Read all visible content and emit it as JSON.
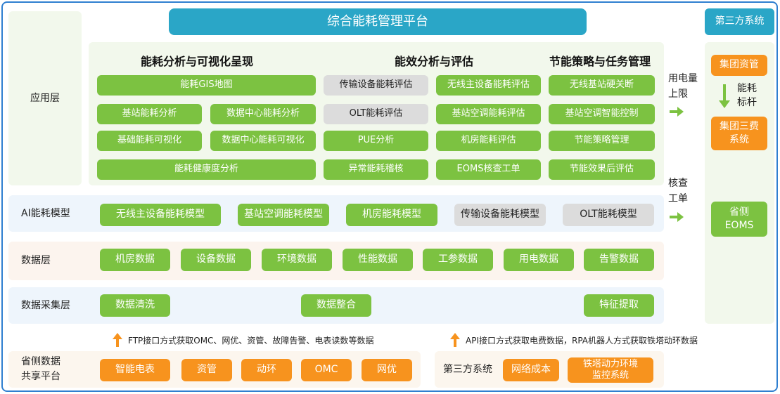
{
  "title": "综合能耗管理平台",
  "third_party_title": "第三方系统",
  "layers": {
    "app": "应用层",
    "ai": "AI能耗模型",
    "data": "数据层",
    "collect": "数据采集层",
    "share": "省侧数据\n共享平台"
  },
  "app_sections": {
    "analysis": "能耗分析与可视化呈现",
    "efficiency": "能效分析与评估",
    "strategy": "节能策略与任务管理"
  },
  "analysis_items": [
    "能耗GIS地图",
    "基站能耗分析",
    "数据中心能耗分析",
    "基础能耗可视化",
    "数据中心能耗可视化",
    "能耗健康度分析"
  ],
  "efficiency_col1": [
    "传输设备能耗评估",
    "OLT能耗评估",
    "PUE分析",
    "异常能耗稽核"
  ],
  "efficiency_col2": [
    "无线主设备能耗评估",
    "基站空调能耗评估",
    "机房能耗评估",
    "EOMS核查工单"
  ],
  "strategy_items": [
    "无线基站硬关断",
    "基站空调智能控制",
    "节能策略管理",
    "节能效果后评估"
  ],
  "ai_models": [
    "无线主设备能耗模型",
    "基站空调能耗模型",
    "机房能耗模型",
    "传输设备能耗模型",
    "OLT能耗模型"
  ],
  "data_items": [
    "机房数据",
    "设备数据",
    "环境数据",
    "性能数据",
    "工参数据",
    "用电数据",
    "告警数据"
  ],
  "collect_items": [
    "数据清洗",
    "数据整合",
    "特征提取"
  ],
  "notes": {
    "ftp": "FTP接口方式获取OMC、网优、资管、故障告警、电表读数等数据",
    "api": "API接口方式获取电费数据，RPA机器人方式获取铁塔动环数据"
  },
  "share_items": [
    "智能电表",
    "资管",
    "动环",
    "OMC",
    "网优"
  ],
  "third_label": "第三方系统",
  "third_items": [
    "网络成本",
    "铁塔动力环境\n监控系统"
  ],
  "flows": {
    "power_limit": "用电量\n上限",
    "check_order": "核查\n工单",
    "benchmark": "能耗\n标杆"
  },
  "third_party_systems": [
    "集团资管",
    "集团三费\n系统",
    "省侧\nEOMS"
  ]
}
